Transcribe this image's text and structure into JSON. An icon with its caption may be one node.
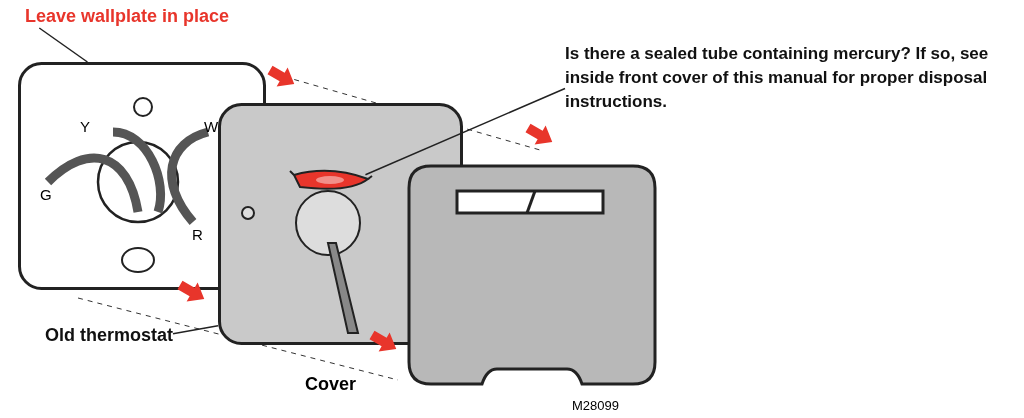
{
  "diagram": {
    "nodes": [
      {
        "text": [
          "Leave wallplate in place"
        ]
      },
      {
        "text": [],
        "shape": "picture"
      },
      {
        "text": [
          "Old thermostat"
        ]
      },
      {
        "text": [],
        "shape": "picture"
      },
      {
        "text": [],
        "shape": "picture",
        "in": 3
      },
      {
        "text": [
          "Is there a sealed tube containing mercury? If so, see inside front cover of this manual for proper disposal instructions."
        ]
      }
    ],
    "edges": [
      {
        "from": 0,
        "to": 1,
        "arrow": "none"
      },
      {
        "from": 2,
        "to": 3,
        "arrow": "none"
      },
      {
        "from": 5,
        "to": 4,
        "arrow": "none"
      }
    ],
    "labels": [
      "Y",
      "W",
      "G",
      "R",
      "Cover",
      "M28099"
    ]
  }
}
